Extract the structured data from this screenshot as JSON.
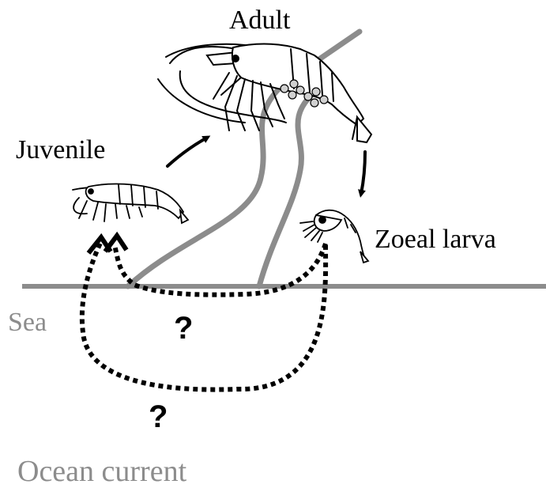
{
  "labels": {
    "adult": "Adult",
    "juvenile": "Juvenile",
    "zoeal_larva": "Zoeal larva",
    "sea": "Sea",
    "ocean_current": "Ocean current"
  },
  "unknowns": {
    "coastal_loop": "?",
    "ocean_loop": "?"
  },
  "colors": {
    "ink": "#000000",
    "river": "#8c8c8c",
    "muted_label": "#8c8c8c"
  }
}
